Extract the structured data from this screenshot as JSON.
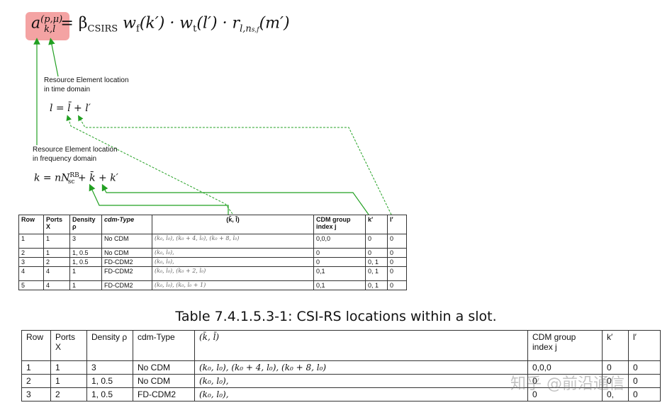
{
  "formula": {
    "lhs": "a",
    "lhs_sup": "(p,μ)",
    "lhs_sub": "k,l",
    "rhs": "= β",
    "beta_sub": "CSIRS",
    "wf": " w",
    "wf_sub": "f",
    "wf_arg": "(k′) · w",
    "wt_sub": "t",
    "wt_arg": "(l′) · r",
    "r_sub": "l,n",
    "r_sub2": "s,f",
    "r_arg": "(m′)"
  },
  "notes": {
    "time_domain": [
      "Resource Element location",
      "in time domain"
    ],
    "freq_domain": [
      "Resource Element location",
      "in frequency domain"
    ],
    "time_eq": "l = l̄ + l′",
    "freq_eq_pre": "k = nN",
    "freq_eq_sup": "RB",
    "freq_eq_sub": "sc",
    "freq_eq_post": " + k̄ + k′"
  },
  "small_table": {
    "headers": [
      "Row",
      "Ports X",
      "Density ρ",
      "cdm-Type",
      "(k̄, l̄)",
      "CDM group index j",
      "k′",
      "l′"
    ],
    "rows": [
      [
        "1",
        "1",
        "3",
        "No CDM",
        "(k₀, l₀), (k₀ + 4, l₀), (k₀ + 8, l₀)",
        "0,0,0",
        "0",
        "0"
      ],
      [
        "2",
        "1",
        "1, 0.5",
        "No CDM",
        "(k₀, l₀),",
        "0",
        "0",
        "0"
      ],
      [
        "3",
        "2",
        "1, 0.5",
        "FD-CDM2",
        "(k₀, l₀),",
        "0",
        "0, 1",
        "0"
      ],
      [
        "4",
        "4",
        "1",
        "FD-CDM2",
        "(k₀, l₀), (k₀ + 2, l₀)",
        "0,1",
        "0, 1",
        "0"
      ],
      [
        "5",
        "4",
        "1",
        "FD-CDM2",
        "(k₀, l₀), (k₀, l₀ + 1)",
        "0,1",
        "0, 1",
        "0"
      ]
    ]
  },
  "caption": "Table 7.4.1.5.3-1: CSI-RS locations within a slot.",
  "big_table": {
    "headers": [
      "Row",
      "Ports X",
      "Density ρ",
      "cdm-Type",
      "(k̄, l̄)",
      "CDM group index j",
      "k′",
      "l′"
    ],
    "rows": [
      [
        "1",
        "1",
        "3",
        "No CDM",
        "(k₀, l₀),  (k₀ + 4, l₀),  (k₀ + 8, l₀)",
        "0,0,0",
        "0",
        "0"
      ],
      [
        "2",
        "1",
        "1, 0.5",
        "No CDM",
        "(k₀, l₀),",
        "0",
        "0",
        "0"
      ],
      [
        "3",
        "2",
        "1, 0.5",
        "FD-CDM2",
        "(k₀, l₀),",
        "0",
        "0,",
        "0"
      ]
    ]
  },
  "watermark": "知乎 @前沿通信",
  "colors": {
    "highlight": "#f4a3a3",
    "arrow": "#22a022"
  }
}
